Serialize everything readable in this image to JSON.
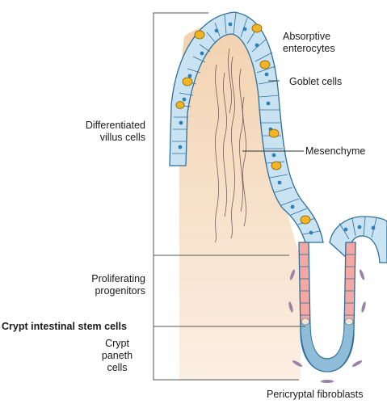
{
  "labels": {
    "absorptive": [
      "Absorptive",
      "enterocytes"
    ],
    "goblet": "Goblet cells",
    "differentiated": [
      "Differentiated",
      "villus cells"
    ],
    "mesenchyme": "Mesenchyme",
    "proliferating": [
      "Proliferating",
      "progenitors"
    ],
    "stem": "Crypt intestinal stem cells",
    "paneth": [
      "Crypt",
      "paneth",
      "cells"
    ],
    "pericryptal": "Pericryptal fibroblasts"
  },
  "colors": {
    "villus_epithelium": "#c9e3f2",
    "cell_outline": "#2f6f98",
    "nucleus": "#2f7fb8",
    "goblet_cell": "#f0b424",
    "mesenchyme_top": "#f3d8b8",
    "mesenchyme_bottom": "#fbeee2",
    "progenitor_cell": "#f3a8a3",
    "stem_cell": "#fbe2cf",
    "paneth_cell": "#8fbcd8",
    "fibroblast": "#9a84a6",
    "bracket_line": "#555555"
  },
  "icons": [
    "goblet-cell-icon",
    "fibroblast-icon",
    "nucleus-icon"
  ]
}
